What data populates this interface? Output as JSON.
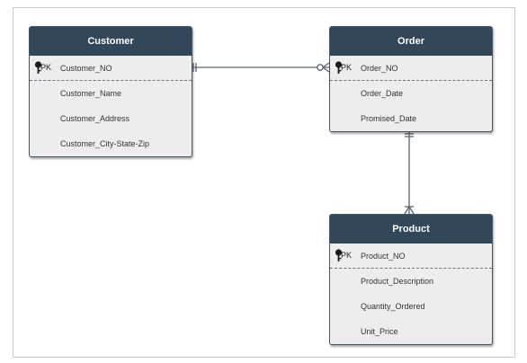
{
  "colors": {
    "header_bg": "#33475b",
    "body_bg": "#ededed",
    "line": "#5a6470",
    "canvas_border": "#c9c9c9"
  },
  "entities": {
    "customer": {
      "title": "Customer",
      "pk_tag": "PK",
      "pk": "Customer_NO",
      "attributes": [
        "Customer_Name",
        "Customer_Address",
        "Customer_City-State-Zip"
      ]
    },
    "order": {
      "title": "Order",
      "pk_tag": "PK",
      "pk": "Order_NO",
      "attributes": [
        "Order_Date",
        "Promised_Date"
      ]
    },
    "product": {
      "title": "Product",
      "pk_tag": "PK",
      "pk": "Product_NO",
      "attributes": [
        "Product_Description",
        "Quantity_Ordered",
        "Unit_Price"
      ]
    }
  },
  "relationships": [
    {
      "from": "Customer",
      "to": "Order",
      "from_end": "one-and-only-one",
      "to_end": "zero-or-many"
    },
    {
      "from": "Order",
      "to": "Product",
      "from_end": "one-and-only-one",
      "to_end": "one-or-many"
    }
  ]
}
